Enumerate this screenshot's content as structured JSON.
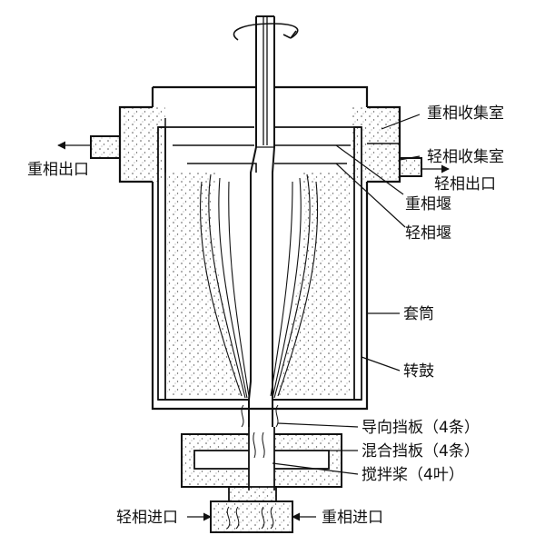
{
  "colors": {
    "ink": "#111111",
    "paper": "#ffffff",
    "fill_dots": "#555555"
  },
  "labels": {
    "heavy_collection_chamber": "重相收集室",
    "light_collection_chamber": "轻相收集室",
    "heavy_outlet": "重相出口",
    "light_outlet": "轻相出口",
    "heavy_weir": "重相堰",
    "light_weir": "轻相堰",
    "sleeve": "套筒",
    "drum": "转鼓",
    "guide_baffle": "导向挡板（4条）",
    "mixing_baffle": "混合挡板（4条）",
    "impeller": "搅拌桨（4叶）",
    "light_inlet": "轻相进口",
    "heavy_inlet": "重相进口"
  },
  "icons": {
    "rotation": "rotation-arrow-icon",
    "flow": "flow-arrow-icon"
  }
}
